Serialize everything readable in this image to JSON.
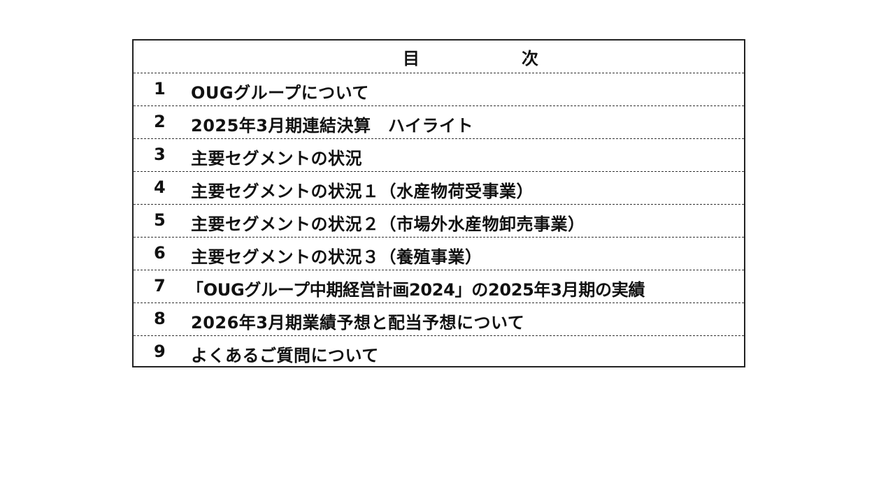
{
  "toc": {
    "title_left": "目",
    "title_right": "次",
    "items": [
      {
        "num": "1",
        "label": "OUGグループについて"
      },
      {
        "num": "2",
        "label": "2025年3月期連結決算　ハイライト"
      },
      {
        "num": "3",
        "label": "主要セグメントの状況"
      },
      {
        "num": "4",
        "label": "主要セグメントの状況１（水産物荷受事業）"
      },
      {
        "num": "5",
        "label": "主要セグメントの状況２（市場外水産物卸売事業）"
      },
      {
        "num": "6",
        "label": "主要セグメントの状況３（養殖事業）"
      },
      {
        "num": "7",
        "label": "「OUGグループ中期経営計画2024」の2025年3月期の実績"
      },
      {
        "num": "8",
        "label": "2026年3月期業績予想と配当予想について"
      },
      {
        "num": "9",
        "label": "よくあるご質問について"
      }
    ]
  }
}
